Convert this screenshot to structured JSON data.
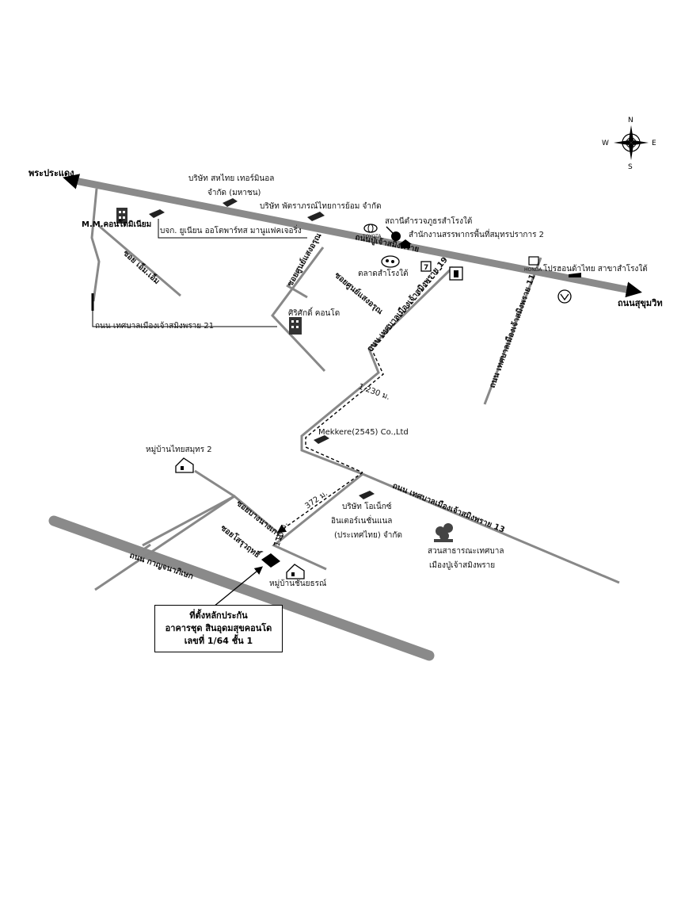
{
  "compass": {
    "north": "N",
    "south": "S",
    "east": "E",
    "west": "W"
  },
  "destinations": {
    "west": "พระประแดง",
    "east": "ถนนสุขุมวิท"
  },
  "roads": {
    "main_upper": "ถนนปู่เจ้าสมิงพราย",
    "main_lower": "ถนน กาญจนาภิเษก",
    "soi_left": "ซอย เอ็ม.เอ็ม",
    "thetsaban_21": "ถนน เทศบาลเมืองเจ้าสมิงพราย 21",
    "soi_mid_1": "ซอยศูนย์แสงอรุณ",
    "soi_mid_2": "ซอยศูนย์แสงอรุณ",
    "thetsaban_vertical": "ถนน เทศบาลเมืองเจ้าสมิงพราย 19",
    "thetsaban_right": "ถนน เทศบาลเมืองเจ้าสมิงพราย 11",
    "thetsaban_13": "ถนน เทศบาลเมืองเจ้าสมิงพราย 13",
    "soi_bottom_1": "ซอยบางนางเกรง",
    "soi_bottom_2": "ซอยโสรุวฤทธิ์"
  },
  "places": {
    "samthai": "บริษัท สหไทย เทอร์มินอล",
    "samthai_2": "จำกัด (มหาชน)",
    "phattharaporn": "บริษัท พัตราภรณ์ไทยการย้อม จำกัด",
    "police": "สถานีตำรวจภูธรสำโรงใต้",
    "revenue": "สำนักงานสรรพากรพื้นที่สมุทรปราการ 2",
    "mm_condo": "M.M.คอนโดมิเนียม",
    "union_auto": "บจก. ยูเนียน ออโตพาร์ทส มานูแฟคเจอริ่ง",
    "market": "ตลาดสำโรงใต้",
    "sirisak": "ศิริศักดิ์ คอนโด",
    "honda": "โปรฮอนด้าไทย สาขาสำโรงใต้",
    "mekkere": "Mekkere(2545) Co.,Ltd",
    "thaisamut": "หมู่บ้านไทยสมุทร 2",
    "onet_1": "บริษัท โอเน็กซ์",
    "onet_2": "อินเตอร์เนชั่นแนล",
    "onet_3": "(ประเทศไทย) จำกัด",
    "park_1": "สวนสาธารณะเทศบาล",
    "park_2": "เมืองปู่เจ้าสมิงพราย",
    "chanarun": "หมู่บ้านชันยธรณ์"
  },
  "distances": {
    "d1": "1,230 ม.",
    "d2": "372 ม.",
    "d3": "110 ม."
  },
  "site": {
    "line1": "ที่ตั้งหลักประกัน",
    "line2": "อาคารชุด สินอุดมสุขคอนโด",
    "line3": "เลขที่ 1/64 ชั้น 1"
  },
  "logos": {
    "toyota": "TOYOTA",
    "honda": "HONDA"
  },
  "colors": {
    "road": "#8a8a8a",
    "thin_road": "#888888",
    "ink": "#000000"
  }
}
